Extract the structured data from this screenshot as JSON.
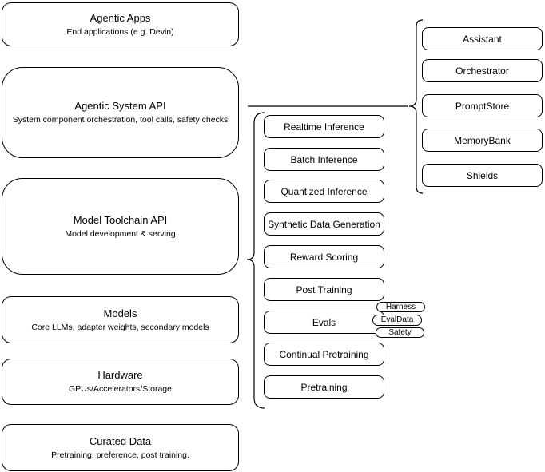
{
  "diagram": {
    "colors": {
      "stroke": "#000000",
      "background": "#ffffff"
    },
    "left_stack": [
      {
        "title": "Agentic Apps",
        "subtitle": "End applications (e.g. Devin)"
      },
      {
        "title": "Agentic System API",
        "subtitle": "System component orchestration, tool calls, safety checks"
      },
      {
        "title": "Model Toolchain API",
        "subtitle": "Model development & serving"
      },
      {
        "title": "Models",
        "subtitle": "Core LLMs, adapter weights, secondary models"
      },
      {
        "title": "Hardware",
        "subtitle": "GPUs/Accelerators/Storage"
      },
      {
        "title": "Curated Data",
        "subtitle": "Pretraining, preference, post training."
      }
    ],
    "toolchain_services": [
      "Realtime Inference",
      "Batch Inference",
      "Quantized Inference",
      "Synthetic Data Generation",
      "Reward Scoring",
      "Post Training",
      "Evals",
      "Continual Pretraining",
      "Pretraining"
    ],
    "eval_tags": [
      "Harness",
      "EvalData",
      "Safety"
    ],
    "system_components": [
      "Assistant",
      "Orchestrator",
      "PromptStore",
      "MemoryBank",
      "Shields"
    ]
  }
}
